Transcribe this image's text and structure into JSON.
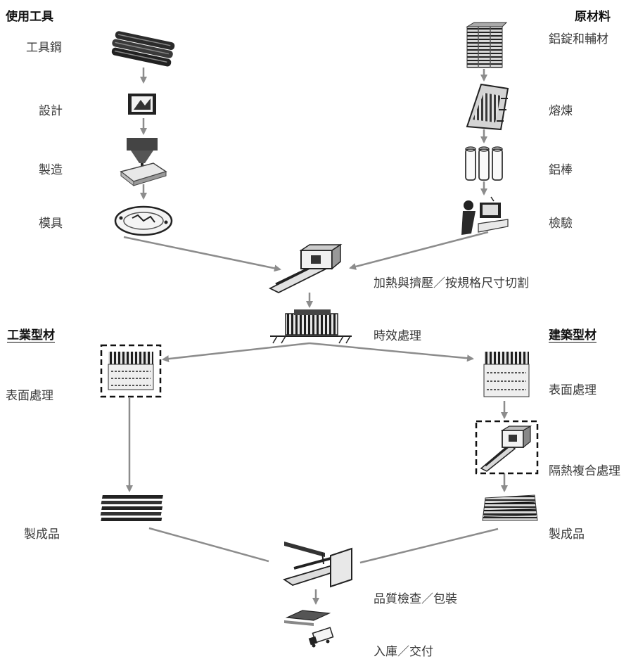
{
  "headers": {
    "tools": "使用工具",
    "materials": "原材料",
    "industrial": "工業型材",
    "architectural": "建築型材"
  },
  "tools_steps": [
    "工具鋼",
    "設計",
    "製造",
    "模具"
  ],
  "material_steps": [
    "鋁錠和輔材",
    "熔煉",
    "鋁棒",
    "檢驗"
  ],
  "center_steps": {
    "extrusion": "加熱與擠壓／按規格尺寸切割",
    "aging": "時效處理",
    "inspection": "品質檢查／包裝",
    "delivery": "入庫／交付"
  },
  "industrial_steps": {
    "surface": "表面處理",
    "product": "製成品"
  },
  "architectural_steps": {
    "surface": "表面處理",
    "thermal": "隔熱複合處理",
    "product": "製成品"
  },
  "colors": {
    "arrow": "#8c8c8c",
    "icon_dark": "#2a2a2a",
    "dashed_box": "#111111"
  }
}
